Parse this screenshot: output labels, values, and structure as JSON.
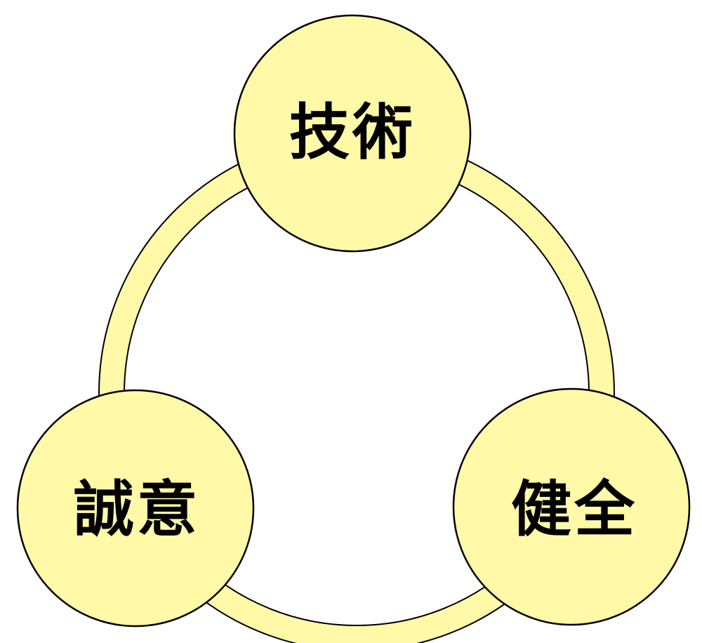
{
  "diagram": {
    "type": "cycle",
    "colors": {
      "fill": "#FFF9A8",
      "stroke": "#000000",
      "background": "#FFFFFF"
    },
    "nodes": [
      {
        "label": "技術"
      },
      {
        "label": "健全"
      },
      {
        "label": "誠意"
      }
    ]
  }
}
